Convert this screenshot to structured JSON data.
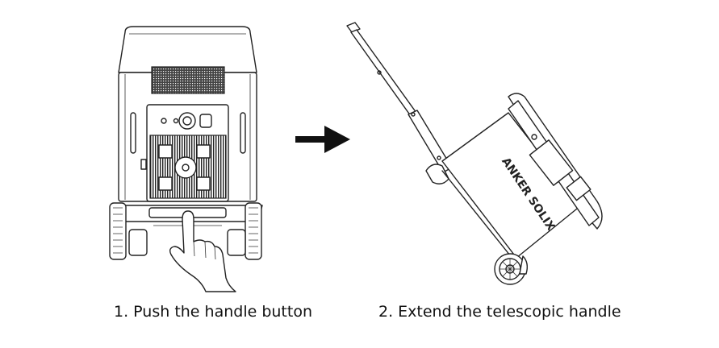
{
  "steps": [
    {
      "caption": "1. Push the handle button"
    },
    {
      "caption": "2. Extend the telescopic handle"
    }
  ],
  "brand_logo": "ANKER SOLIX",
  "colors": {
    "line": "#222222",
    "background": "#ffffff",
    "arrow": "#111111"
  }
}
